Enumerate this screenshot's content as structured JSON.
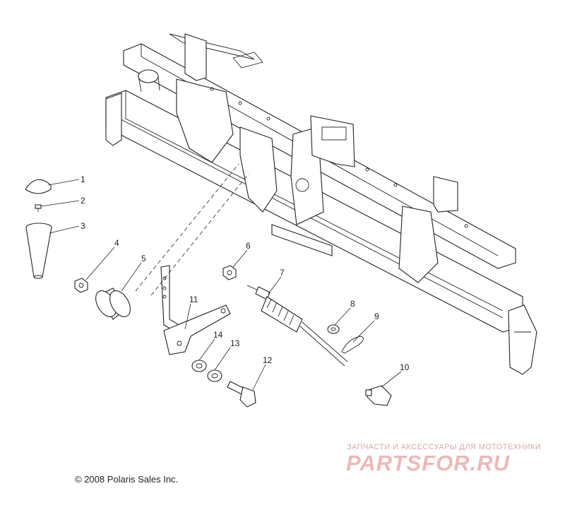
{
  "diagram": {
    "callouts": [
      {
        "label": "1"
      },
      {
        "label": "2"
      },
      {
        "label": "3"
      },
      {
        "label": "4"
      },
      {
        "label": "5"
      },
      {
        "label": "6"
      },
      {
        "label": "7"
      },
      {
        "label": "8"
      },
      {
        "label": "9"
      },
      {
        "label": "10"
      },
      {
        "label": "11"
      },
      {
        "label": "12"
      },
      {
        "label": "13"
      },
      {
        "label": "14"
      }
    ]
  },
  "footer": {
    "copyright": "© 2008 Polaris Sales Inc."
  },
  "watermark": {
    "tagline": "ЗАПЧАСТИ И АКСЕССУАРЫ ДЛЯ МОТОТЕХНИКИ",
    "brand": "PARTSFOR.RU"
  }
}
